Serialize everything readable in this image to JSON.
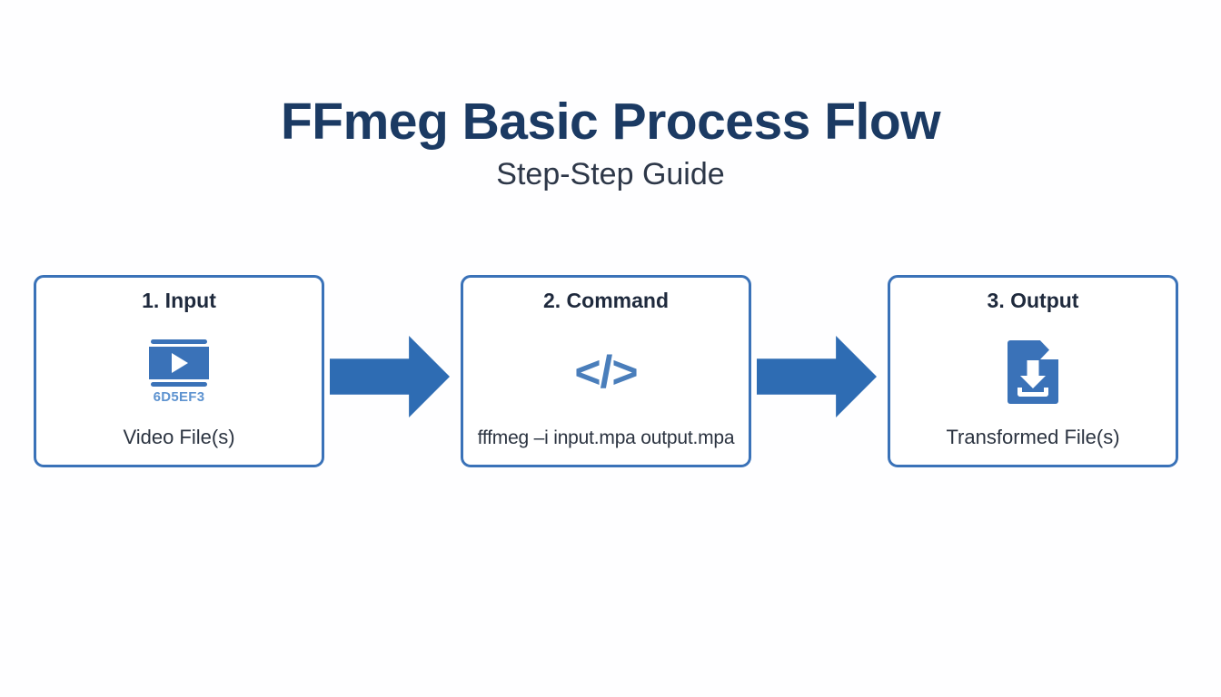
{
  "header": {
    "title": "FFmeg Basic Process Flow",
    "subtitle": "Step-Step Guide"
  },
  "colors": {
    "title": "#1b3a63",
    "subtitle": "#2d3748",
    "box_border": "#3a72b8",
    "arrow_fill": "#2e6cb3",
    "icon_blue": "#3a72b8",
    "code_icon": "#4a7ebb",
    "hex_label": "#5e93d0",
    "background": "#ffffff"
  },
  "steps": [
    {
      "title": "1. Input",
      "icon": "video-file-icon",
      "icon_label": "6D5EF3",
      "caption": "Video File(s)"
    },
    {
      "title": "2. Command",
      "icon": "code-brackets-icon",
      "icon_glyph": "</>",
      "caption": "fffmeg –i input.mpa output.mpa"
    },
    {
      "title": "3. Output",
      "icon": "file-download-icon",
      "caption": "Transformed File(s)"
    }
  ],
  "connectors": [
    {
      "name": "arrow-input-to-command",
      "direction": "right"
    },
    {
      "name": "arrow-command-to-output",
      "direction": "right"
    }
  ]
}
